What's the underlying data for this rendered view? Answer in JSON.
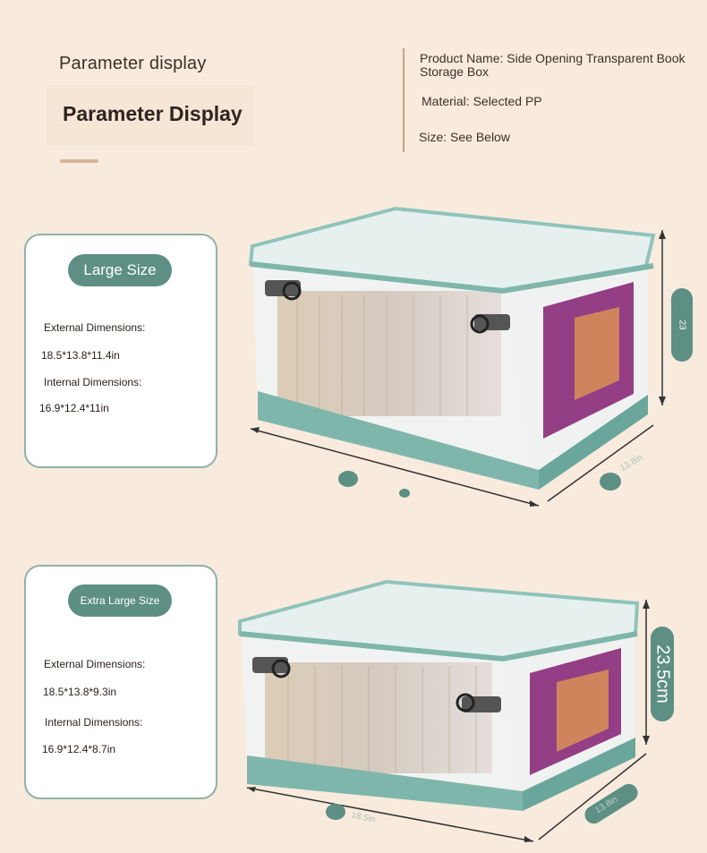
{
  "header": {
    "small_title": "Parameter display",
    "big_title": "Parameter Display"
  },
  "product_info": {
    "name": "Product Name: Side Opening Transparent Book Storage Box",
    "material": "Material: Selected PP",
    "size": "Size: See Below"
  },
  "sizes": [
    {
      "label": "Large Size",
      "external_label": "External Dimensions:",
      "external_value": "18.5*13.8*11.4in",
      "internal_label": "Internal Dimensions:",
      "internal_value": "16.9*12.4*11in",
      "height_badge": "23",
      "depth_badge": "13.8in"
    },
    {
      "label": "Extra Large Size",
      "external_label": "External Dimensions:",
      "external_value": "18.5*13.8*9.3in",
      "internal_label": "Internal Dimensions:",
      "internal_value": "16.9*12.4*8.7in",
      "height_badge": "23.5cm",
      "depth_badge": "13.8in",
      "width_badge": "18.5in"
    }
  ],
  "colors": {
    "background": "#f8ebdd",
    "accent_teal": "#5d8f84",
    "card_border": "#8fb1a9"
  }
}
